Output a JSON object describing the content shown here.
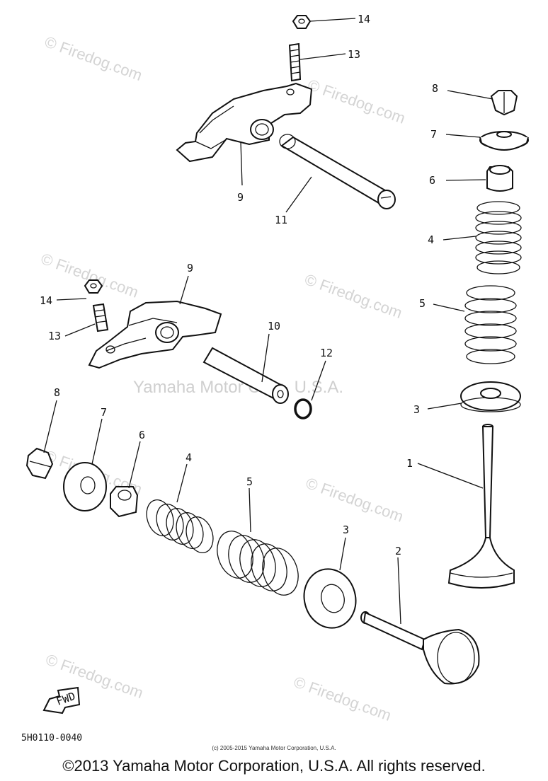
{
  "watermarks": {
    "site": "© Firedog.com",
    "center": "Yamaha Motor Corp, U.S.A."
  },
  "callouts": {
    "c1": "1",
    "c2": "2",
    "c3a": "3",
    "c3b": "3",
    "c4a": "4",
    "c4b": "4",
    "c5a": "5",
    "c5b": "5",
    "c6a": "6",
    "c6b": "6",
    "c7a": "7",
    "c7b": "7",
    "c8a": "8",
    "c8b": "8",
    "c9a": "9",
    "c9b": "9",
    "c10": "10",
    "c11": "11",
    "c12": "12",
    "c13a": "13",
    "c13b": "13",
    "c14a": "14",
    "c14b": "14"
  },
  "fwd_label": "FWD",
  "diagram_code": "5H0110-0040",
  "small_copyright": "(c) 2005-2015 Yamaha Motor Corporation, U.S.A.",
  "copyright": "©2013 Yamaha Motor Corporation, U.S.A. All rights reserved."
}
